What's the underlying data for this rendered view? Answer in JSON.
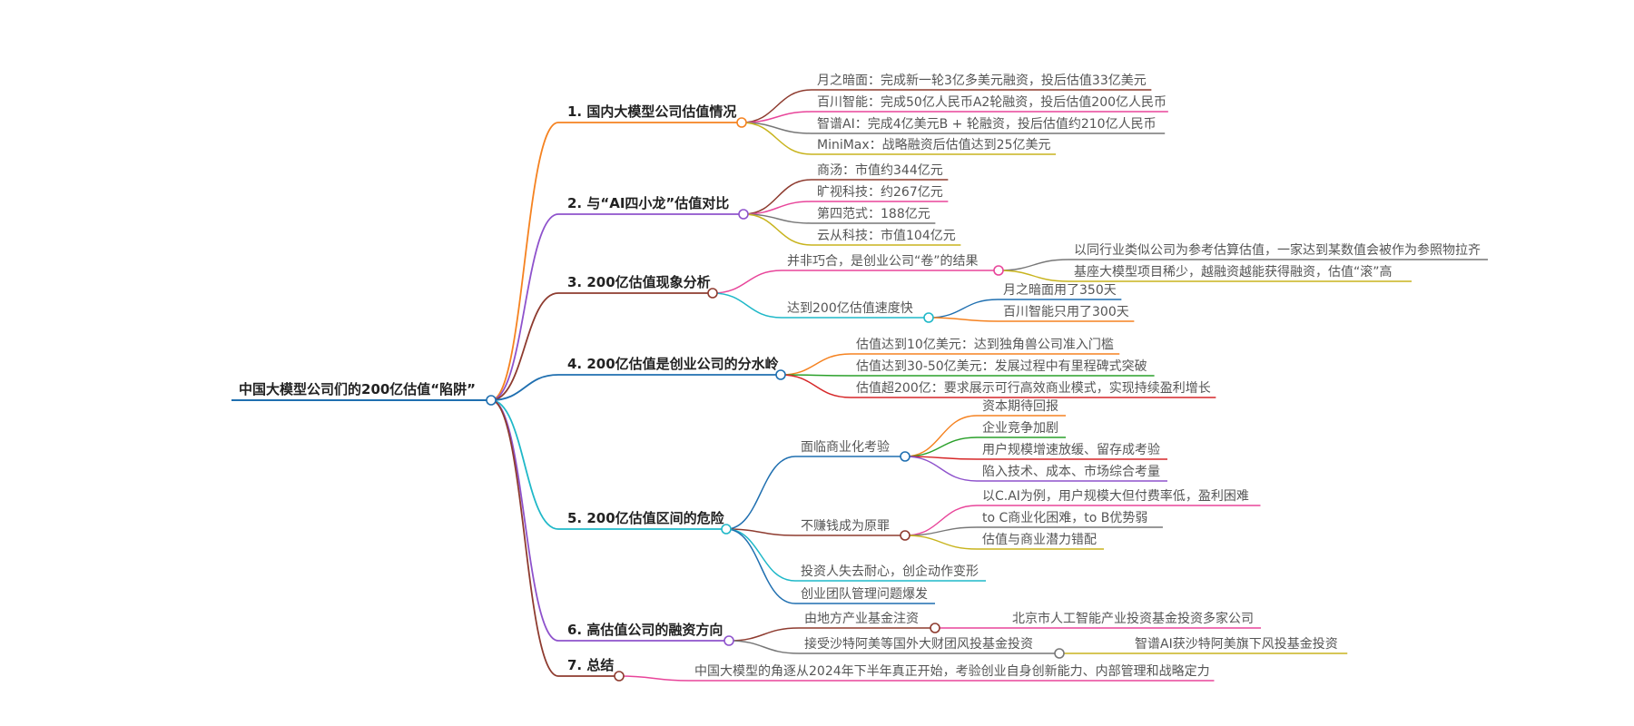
{
  "title": "中国大模型公司们的200亿估值“陷阱”",
  "branches": [
    {
      "label": "1. 国内大模型公司估值情况",
      "color": "#f58220",
      "children": [
        {
          "label": "月之暗面：完成新一轮3亿多美元融资，投后估值33亿美元",
          "color": "#8e3b2f"
        },
        {
          "label": "百川智能：完成50亿人民币A2轮融资，投后估值200亿人民币",
          "color": "#e8459a"
        },
        {
          "label": "智谱AI：完成4亿美元B + 轮融资，投后估值约210亿人民币",
          "color": "#777777"
        },
        {
          "label": "MiniMax：战略融资后估值达到25亿美元",
          "color": "#c8b41e"
        }
      ]
    },
    {
      "label": "2. 与“AI四小龙”估值对比",
      "color": "#8e52cc",
      "children": [
        {
          "label": "商汤：市值约344亿元",
          "color": "#8e3b2f"
        },
        {
          "label": "旷视科技：约267亿元",
          "color": "#e8459a"
        },
        {
          "label": "第四范式：188亿元",
          "color": "#777777"
        },
        {
          "label": "云从科技：市值104亿元",
          "color": "#c8b41e"
        }
      ]
    },
    {
      "label": "3. 200亿估值现象分析",
      "color": "#8e3b2f",
      "children": [
        {
          "label": "并非巧合，是创业公司“卷”的结果",
          "color": "#e8459a",
          "children": [
            {
              "label": "以同行业类似公司为参考估算估值，一家达到某数值会被作为参照物拉齐",
              "color": "#777777"
            },
            {
              "label": "基座大模型项目稀少，越融资越能获得融资，估值“滚”高",
              "color": "#c8b41e"
            }
          ]
        },
        {
          "label": "达到200亿估值速度快",
          "color": "#1fb8c8",
          "children": [
            {
              "label": "月之暗面用了350天",
              "color": "#1f6fb0"
            },
            {
              "label": "百川智能只用了300天",
              "color": "#f58220"
            }
          ]
        }
      ]
    },
    {
      "label": "4. 200亿估值是创业公司的分水岭",
      "color": "#1f6fb0",
      "children": [
        {
          "label": "估值达到10亿美元：达到独角兽公司准入门槛",
          "color": "#f58220"
        },
        {
          "label": "估值达到30-50亿美元：发展过程中有里程碑式突破",
          "color": "#2aa02a"
        },
        {
          "label": "估值超200亿：要求展示可行高效商业模式，实现持续盈利增长",
          "color": "#d62728"
        }
      ]
    },
    {
      "label": "5. 200亿估值区间的危险",
      "color": "#1fb8c8",
      "children": [
        {
          "label": "面临商业化考验",
          "color": "#1f6fb0",
          "children": [
            {
              "label": "资本期待回报",
              "color": "#f58220"
            },
            {
              "label": "企业竞争加剧",
              "color": "#2aa02a"
            },
            {
              "label": "用户规模增速放缓、留存成考验",
              "color": "#d62728"
            },
            {
              "label": "陷入技术、成本、市场综合考量",
              "color": "#8e52cc"
            }
          ]
        },
        {
          "label": "不赚钱成为原罪",
          "color": "#8e3b2f",
          "children": [
            {
              "label": "以C.AI为例，用户规模大但付费率低，盈利困难",
              "color": "#e8459a"
            },
            {
              "label": "to C商业化困难，to B优势弱",
              "color": "#777777"
            },
            {
              "label": "估值与商业潜力错配",
              "color": "#c8b41e"
            }
          ]
        },
        {
          "label": "投资人失去耐心，创企动作变形",
          "color": "#1fb8c8"
        },
        {
          "label": "创业团队管理问题爆发",
          "color": "#1f6fb0"
        }
      ]
    },
    {
      "label": "6. 高估值公司的融资方向",
      "color": "#8e52cc",
      "children": [
        {
          "label": "由地方产业基金注资",
          "color": "#8e3b2f",
          "children": [
            {
              "label": "北京市人工智能产业投资基金投资多家公司",
              "color": "#e8459a"
            }
          ]
        },
        {
          "label": "接受沙特阿美等国外大财团风投基金投资",
          "color": "#777777",
          "children": [
            {
              "label": "智谱AI获沙特阿美旗下风投基金投资",
              "color": "#c8b41e"
            }
          ]
        }
      ]
    },
    {
      "label": "7. 总结",
      "color": "#8e3b2f",
      "children": [
        {
          "label": "中国大模型的角逐从2024年下半年真正开始，考验创业自身创新能力、内部管理和战略定力",
          "color": "#e8459a"
        }
      ]
    }
  ]
}
